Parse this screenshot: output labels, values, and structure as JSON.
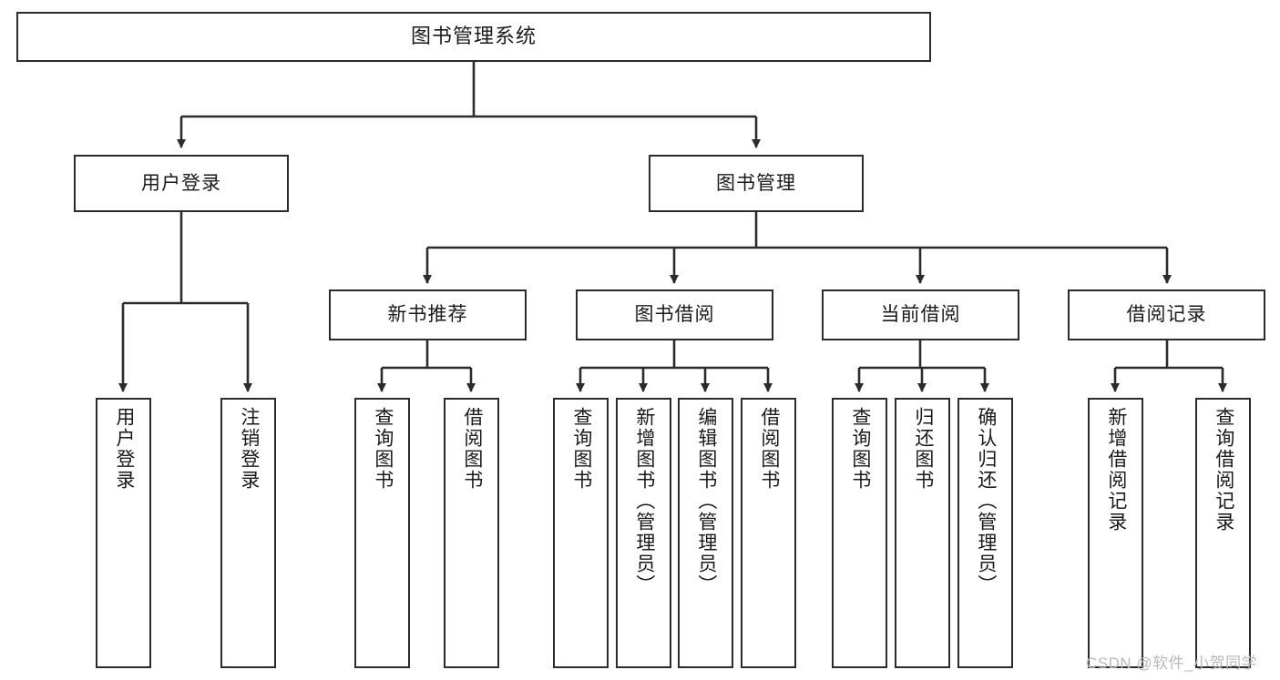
{
  "diagram": {
    "title": "图书管理系统",
    "type": "hierarchy-tree",
    "levels": 4,
    "colors": {
      "box_border": "#2b2b2b",
      "box_fill": "#ffffff",
      "connector": "#2b2b2b",
      "text": "#1a1a1a",
      "watermark": "#b9b9b9",
      "background": "#ffffff"
    }
  },
  "nodes": {
    "root": {
      "label": "图书管理系统"
    },
    "level2": [
      {
        "label": "用户登录"
      },
      {
        "label": "图书管理"
      }
    ],
    "level3": [
      {
        "label": "新书推荐"
      },
      {
        "label": "图书借阅"
      },
      {
        "label": "当前借阅"
      },
      {
        "label": "借阅记录"
      }
    ],
    "leaves": {
      "user_login": [
        {
          "label": "用户登录"
        },
        {
          "label": "注销登录"
        }
      ],
      "new_book_recommend": [
        {
          "label": "查询图书"
        },
        {
          "label": "借阅图书"
        }
      ],
      "book_borrow": [
        {
          "label": "查询图书"
        },
        {
          "label": "新增图书（管理员）"
        },
        {
          "label": "编辑图书（管理员）"
        },
        {
          "label": "借阅图书"
        }
      ],
      "current_borrow": [
        {
          "label": "查询图书"
        },
        {
          "label": "归还图书"
        },
        {
          "label": "确认归还（管理员）"
        }
      ],
      "borrow_record": [
        {
          "label": "新增借阅记录"
        },
        {
          "label": "查询借阅记录"
        }
      ]
    }
  },
  "watermark": {
    "text": "CSDN @软件_小贺同学"
  }
}
